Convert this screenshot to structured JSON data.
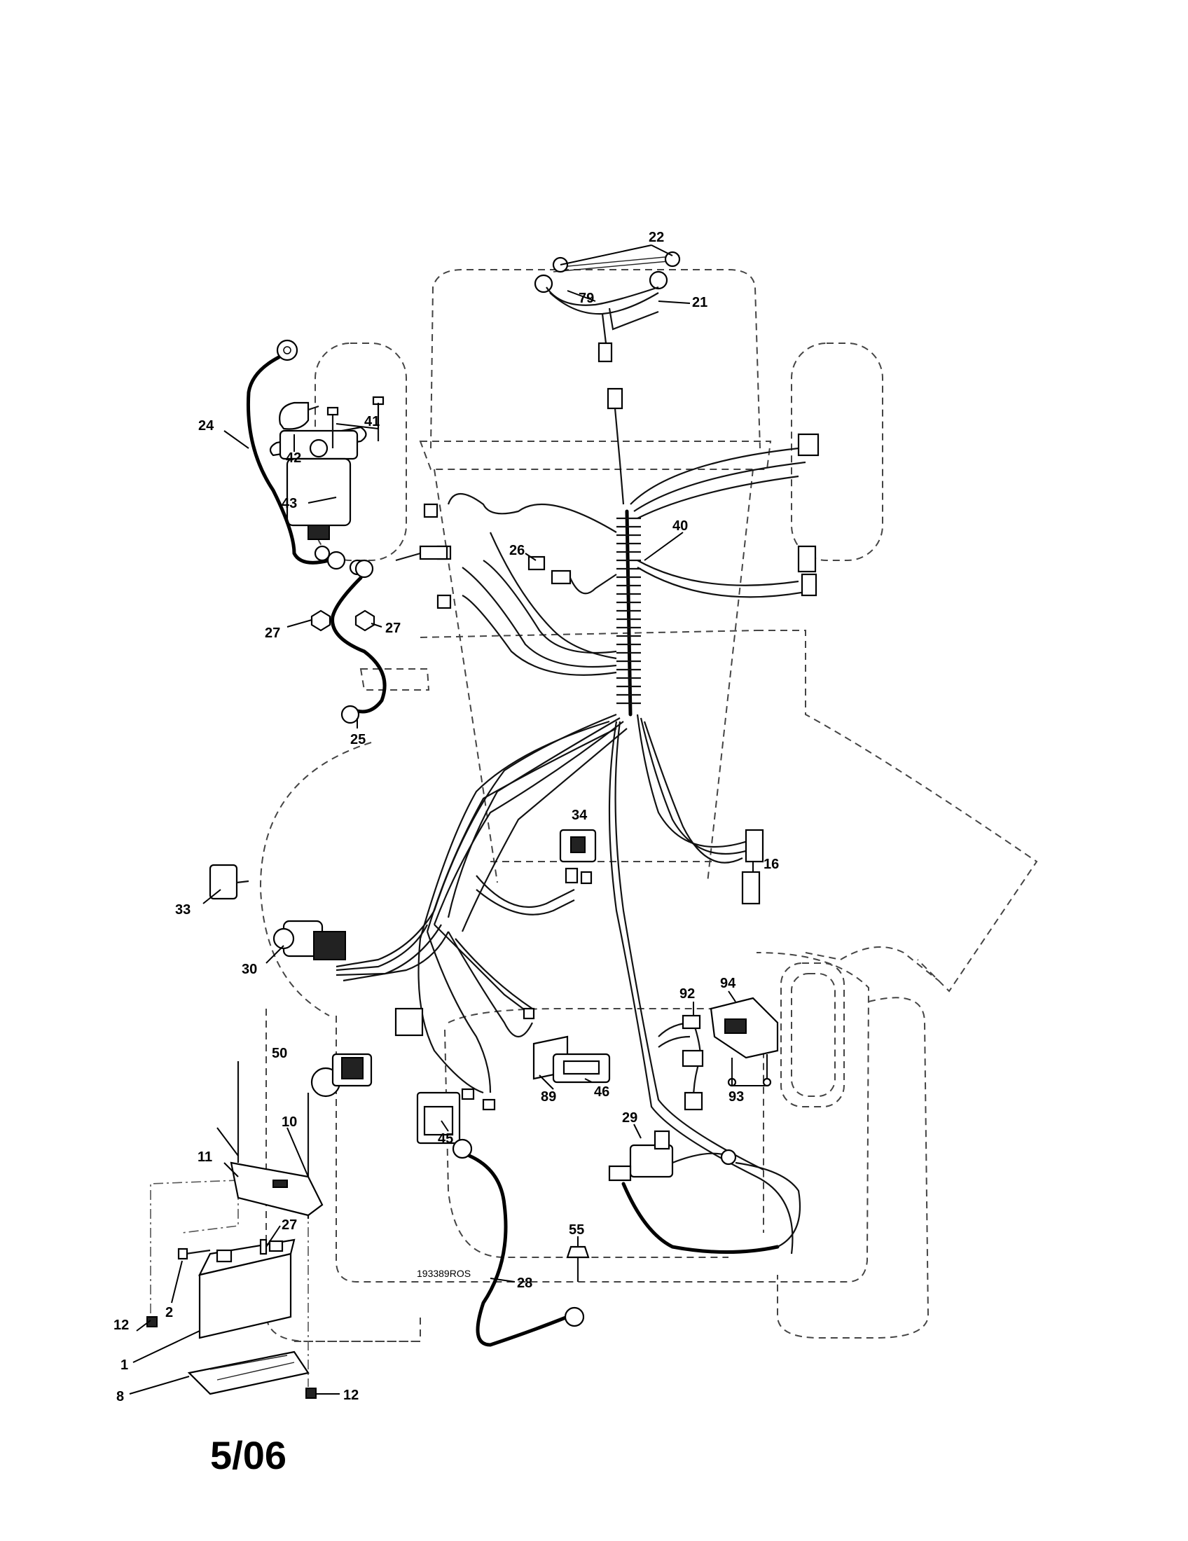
{
  "drawing_number": "193389ROS",
  "date_code": "5/06",
  "callouts": {
    "c1": "1",
    "c2": "2",
    "c8": "8",
    "c10": "10",
    "c11": "11",
    "c12a": "12",
    "c12b": "12",
    "c16": "16",
    "c21": "21",
    "c22": "22",
    "c24": "24",
    "c25": "25",
    "c26": "26",
    "c27a": "27",
    "c27b": "27",
    "c27c": "27",
    "c28": "28",
    "c29": "29",
    "c30": "30",
    "c33": "33",
    "c34": "34",
    "c40": "40",
    "c41": "41",
    "c42": "42",
    "c43": "43",
    "c45": "45",
    "c46": "46",
    "c50": "50",
    "c55": "55",
    "c79": "79",
    "c89": "89",
    "c92": "92",
    "c93": "93",
    "c94": "94"
  }
}
